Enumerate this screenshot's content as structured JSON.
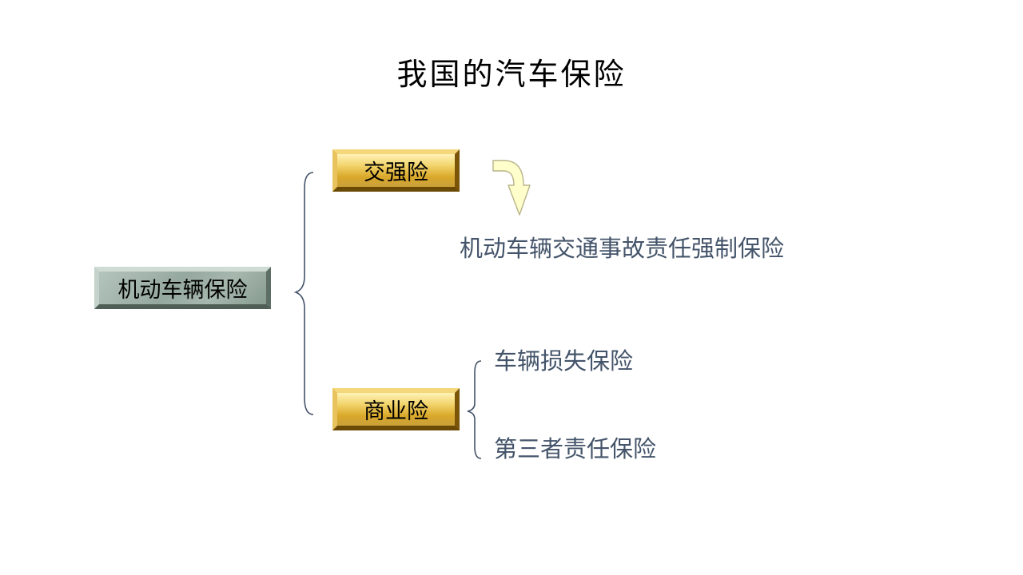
{
  "slide": {
    "title": "我国的汽车保险"
  },
  "diagram": {
    "root": {
      "label": "机动车辆保险"
    },
    "branches": [
      {
        "label": "交强险",
        "full_name": "机动车辆交通事故责任强制保险"
      },
      {
        "label": "商业险",
        "children": [
          "车辆损失保险",
          "第三者责任保险"
        ]
      }
    ]
  },
  "colors": {
    "label_text": "#44546a",
    "brace": "#44546a",
    "arrow_fill": "#ffffcc",
    "arrow_stroke": "#b8b38a"
  }
}
